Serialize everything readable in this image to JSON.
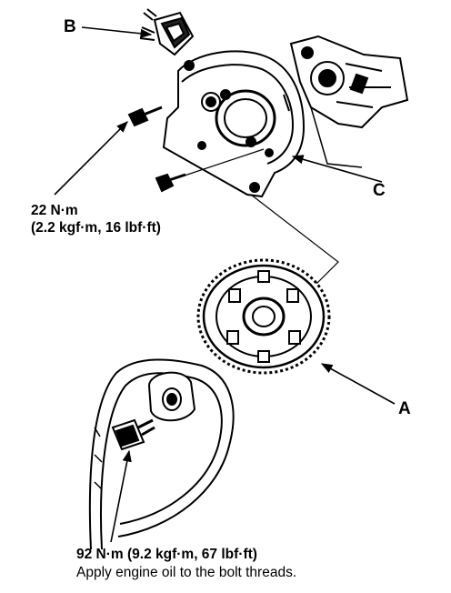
{
  "callouts": {
    "a": "A",
    "b": "B",
    "c": "C"
  },
  "torque_upper": {
    "line1": "22 N·m",
    "line2": "(2.2 kgf·m, 16 lbf·ft)"
  },
  "torque_lower": {
    "line1": "92 N·m (9.2 kgf·m, 67 lbf·ft)",
    "line2": "Apply engine oil to the bolt threads."
  }
}
